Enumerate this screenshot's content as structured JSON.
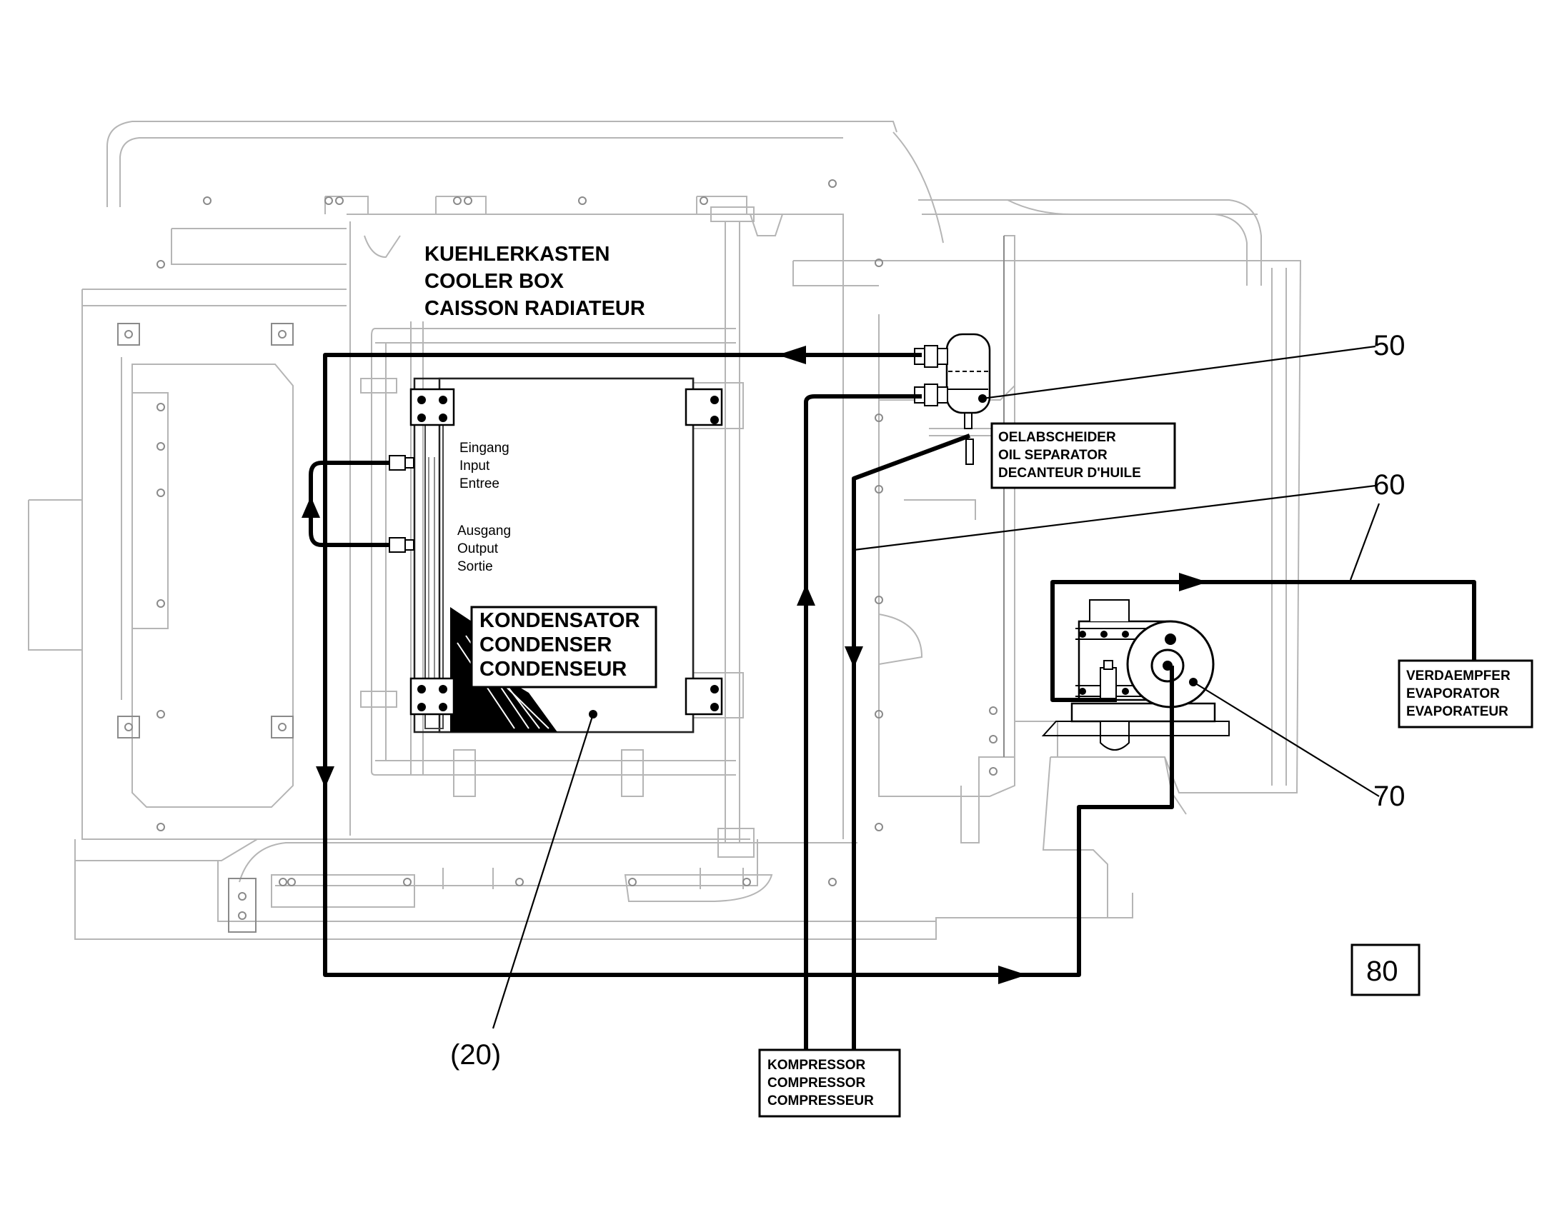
{
  "labels": {
    "cooler_box": [
      "KUEHLERKASTEN",
      "COOLER BOX",
      "CAISSON RADIATEUR"
    ],
    "condenser": [
      "KONDENSATOR",
      "CONDENSER",
      "CONDENSEUR"
    ],
    "inlet": [
      "Eingang",
      "Input",
      "Entree"
    ],
    "outlet": [
      "Ausgang",
      "Output",
      "Sortie"
    ],
    "oil_separator": [
      "OELABSCHEIDER",
      "OIL SEPARATOR",
      "DECANTEUR D'HUILE"
    ],
    "compressor": [
      "KOMPRESSOR",
      "COMPRESSOR",
      "COMPRESSEUR"
    ],
    "evaporator": [
      "VERDAEMPFER",
      "EVAPORATOR",
      "EVAPORATEUR"
    ]
  },
  "callouts": {
    "c20": "(20)",
    "c50": "50",
    "c60": "60",
    "c70": "70",
    "c80": "80"
  }
}
